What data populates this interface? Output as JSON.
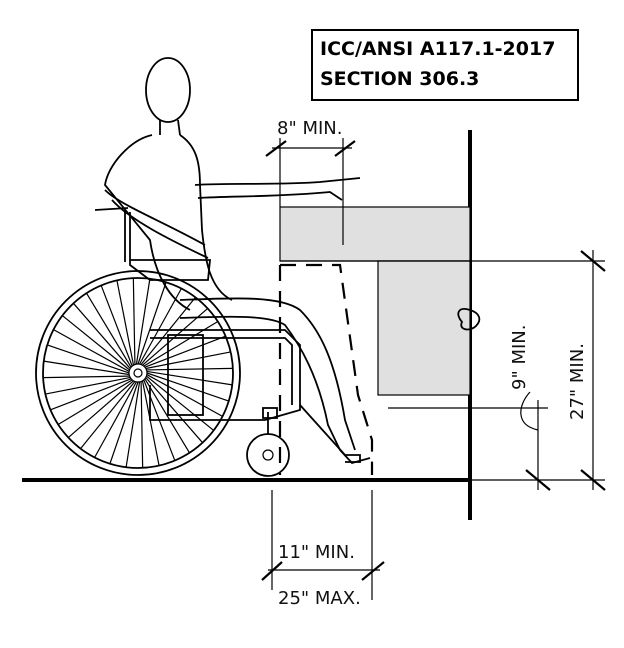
{
  "title": {
    "line1": "ICC/ANSI A117.1-2017",
    "line2": "SECTION 306.3"
  },
  "dimensions": {
    "toe_depth": "8\" MIN.",
    "knee_height": "9\" MIN.",
    "knee_clearance_height": "27\" MIN.",
    "toe_clearance_min": "11\" MIN.",
    "toe_clearance_max": "25\" MAX."
  },
  "colors": {
    "counter_fill": "#e0e0e0",
    "line": "#000000"
  }
}
